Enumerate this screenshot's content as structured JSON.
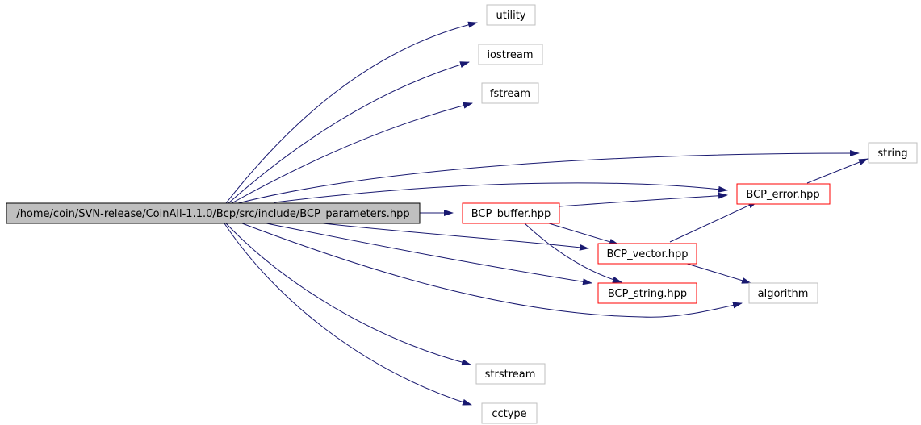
{
  "colors": {
    "edge": "#191970",
    "root_fill": "#bfbfbf",
    "root_border": "#000000",
    "local_border": "#ff0000",
    "system_border": "#bfbfbf",
    "background": "#ffffff"
  },
  "nodes": {
    "root": {
      "label": "/home/coin/SVN-release/CoinAll-1.1.0/Bcp/src/include/BCP_parameters.hpp",
      "kind": "root"
    },
    "utility": {
      "label": "utility",
      "kind": "system"
    },
    "iostream": {
      "label": "iostream",
      "kind": "system"
    },
    "fstream": {
      "label": "fstream",
      "kind": "system"
    },
    "string": {
      "label": "string",
      "kind": "system"
    },
    "bcp_error": {
      "label": "BCP_error.hpp",
      "kind": "local"
    },
    "bcp_buffer": {
      "label": "BCP_buffer.hpp",
      "kind": "local"
    },
    "bcp_vector": {
      "label": "BCP_vector.hpp",
      "kind": "local"
    },
    "bcp_string": {
      "label": "BCP_string.hpp",
      "kind": "local"
    },
    "algorithm": {
      "label": "algorithm",
      "kind": "system"
    },
    "strstream": {
      "label": "strstream",
      "kind": "system"
    },
    "cctype": {
      "label": "cctype",
      "kind": "system"
    }
  },
  "edges": [
    {
      "from": "root",
      "to": "utility"
    },
    {
      "from": "root",
      "to": "iostream"
    },
    {
      "from": "root",
      "to": "fstream"
    },
    {
      "from": "root",
      "to": "string"
    },
    {
      "from": "root",
      "to": "bcp_error"
    },
    {
      "from": "root",
      "to": "bcp_buffer"
    },
    {
      "from": "root",
      "to": "bcp_vector"
    },
    {
      "from": "root",
      "to": "bcp_string"
    },
    {
      "from": "root",
      "to": "algorithm"
    },
    {
      "from": "root",
      "to": "strstream"
    },
    {
      "from": "root",
      "to": "cctype"
    },
    {
      "from": "bcp_buffer",
      "to": "bcp_error"
    },
    {
      "from": "bcp_buffer",
      "to": "bcp_vector"
    },
    {
      "from": "bcp_buffer",
      "to": "bcp_string"
    },
    {
      "from": "bcp_error",
      "to": "string"
    },
    {
      "from": "bcp_vector",
      "to": "bcp_error"
    },
    {
      "from": "bcp_vector",
      "to": "algorithm"
    }
  ]
}
